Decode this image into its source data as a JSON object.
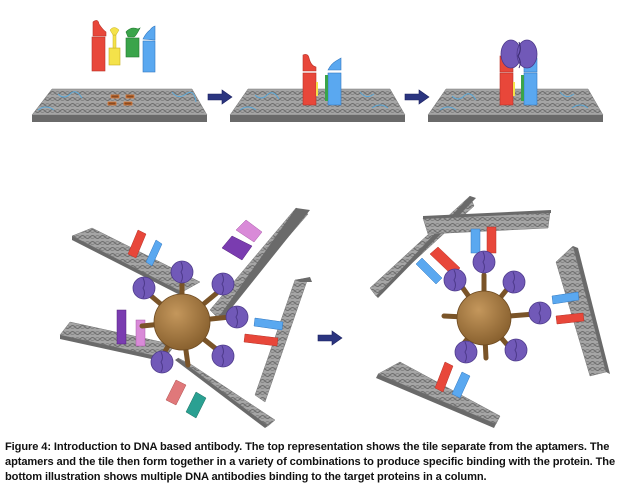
{
  "figure": {
    "label": "Figure 4",
    "caption": "Figure 4: Introduction to DNA based antibody. The top representation shows the tile separate from the aptamers. The aptamers and the tile then form together in a variety of combinations to produce specific binding with the protein. The bottom illustration shows multiple DNA antibodies binding to the target proteins in a column.",
    "top_panels": [
      {
        "name": "separate",
        "description": "tile separate from aptamers"
      },
      {
        "name": "assembled",
        "description": "aptamers assembled on tile"
      },
      {
        "name": "bound",
        "description": "DNA antibody bound to protein"
      }
    ],
    "bottom_panels": [
      {
        "name": "unbound",
        "description": "DNA antibodies approaching target protein"
      },
      {
        "name": "bound",
        "description": "DNA antibodies binding target proteins"
      }
    ],
    "colors": {
      "aptamer_red": "#e8473a",
      "aptamer_yellow": "#f4e24a",
      "aptamer_green": "#3aa44a",
      "aptamer_blue": "#5aa8f0",
      "aptamer_purple": "#7a3cb0",
      "aptamer_pink": "#d98ad8",
      "aptamer_salmon": "#e0787a",
      "aptamer_teal": "#2aa092",
      "protein_purple": "#7159b8",
      "core_brown": "#a47840",
      "tile_gray": "#9a9a9a",
      "tile_edge": "#6a6a6a",
      "dna_blue": "#5aa8d8",
      "arrow_navy": "#2b3580"
    }
  }
}
